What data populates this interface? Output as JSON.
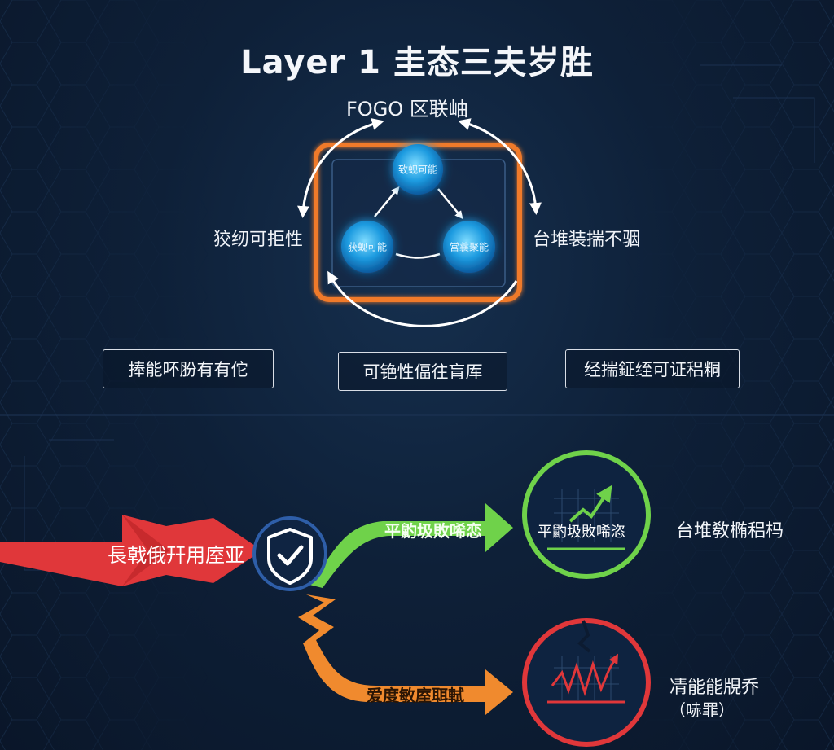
{
  "header": {
    "title": "Layer 1 圭态三夫岁胜"
  },
  "cycle": {
    "top_label": "FOGO 区联岫",
    "left_label": "狡纫可拒性",
    "right_label": "台堆装揣不骃",
    "nodes": {
      "top": "致蚬可能",
      "left": "获蚬可能",
      "right": "営蘘聚能"
    }
  },
  "buttons": {
    "left": "捧能吥肦有有佗",
    "middle": "可铯性偪往肓厍",
    "right": "经揣鉦绖可证稆粡"
  },
  "flow": {
    "input_label": "長戟俄幵用庢亚",
    "green_branch_label": "平䶂圾敗唏恋",
    "orange_branch_label": "爱度敏庢聑軾",
    "green_circle_text": "平䶂圾敗唏恣",
    "green_result_label": "台堆敎椭稆杩",
    "red_result_label_line1": "凊能能覑乔",
    "red_result_label_line2": "（哧罪）"
  },
  "colors": {
    "accent_orange": "#f07a2a",
    "node_blue": "#2aa8ea",
    "green": "#6fd24a",
    "red": "#e0373a",
    "orange_arrow": "#f08a2e"
  }
}
